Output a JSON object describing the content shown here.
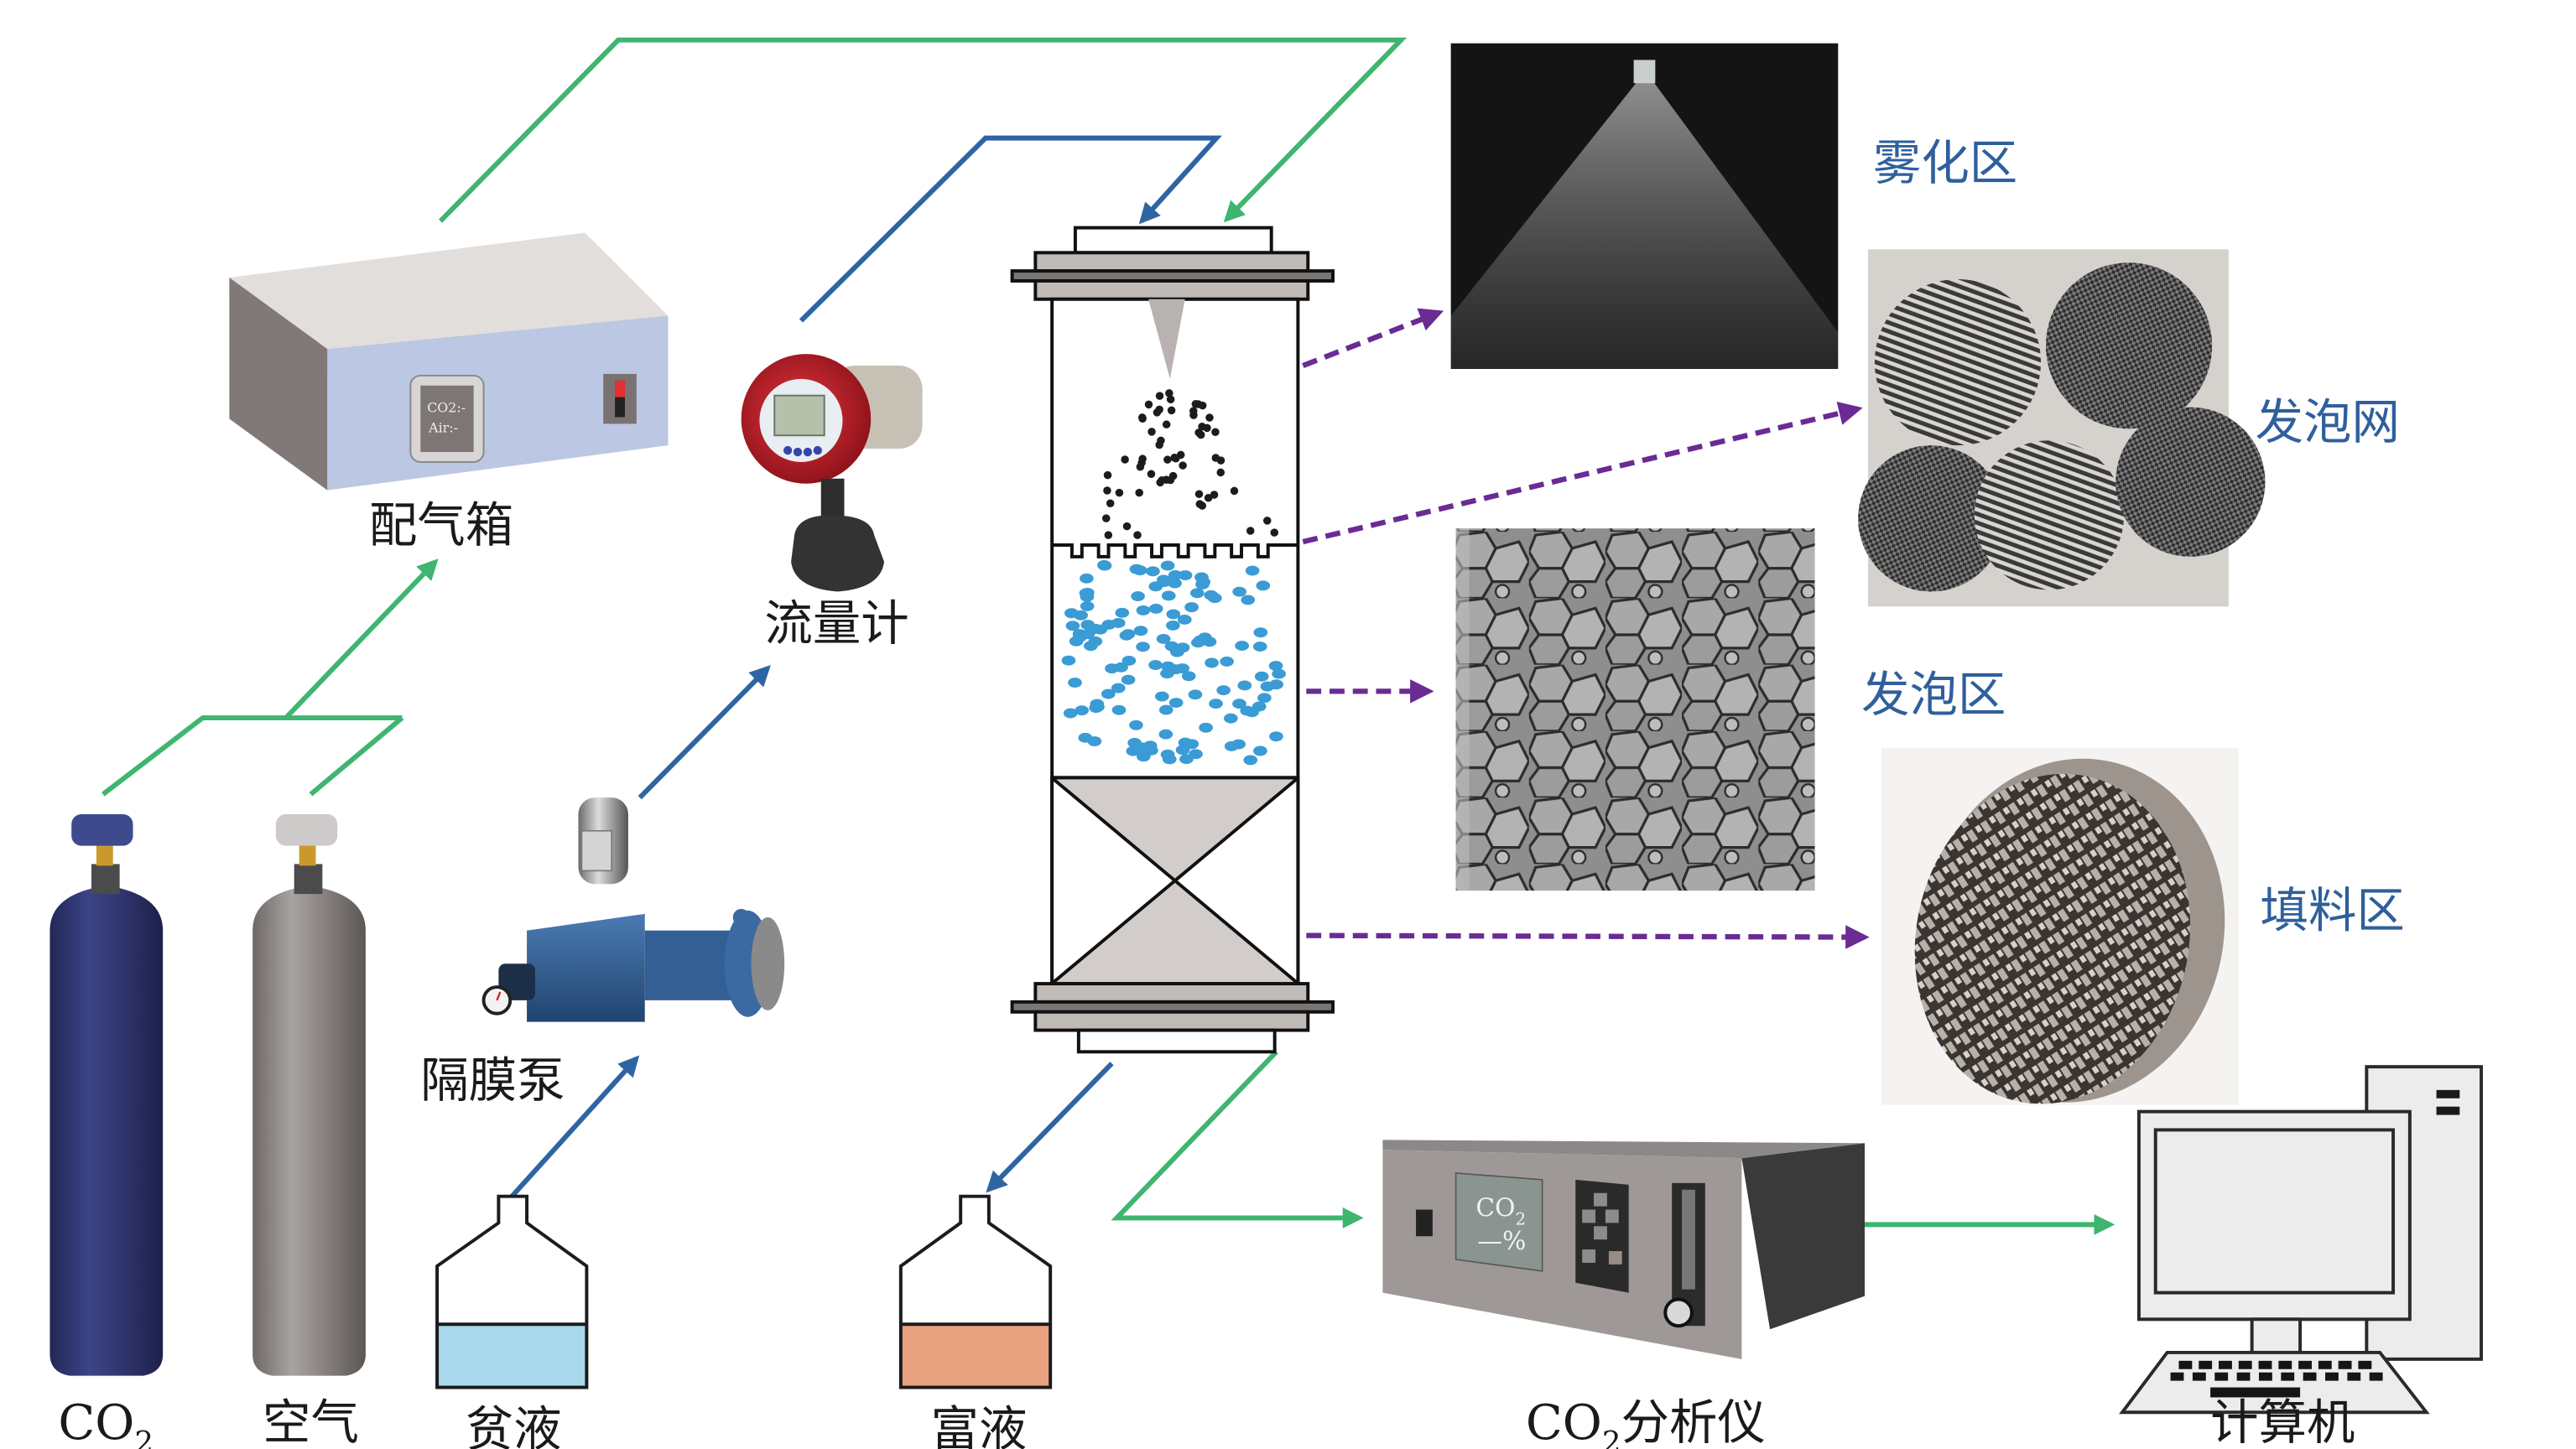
{
  "diagram": {
    "title": "CO2 foam absorption experimental setup",
    "colors": {
      "gas_line": "#3fb56f",
      "liquid_line": "#2f64a3",
      "link_line": "#6a2b94",
      "zone_label": "#2f5f9c",
      "lean_solution": "#a8d8ec",
      "rich_solution": "#e9a27f",
      "co2_cylinder": "#2e3470",
      "air_cylinder": "#8a8484",
      "gas_box_front": "#bcc7e3",
      "flowmeter_body": "#c8202a",
      "pump_body": "#2e5a8e",
      "droplet": "#1c1c1c",
      "bubble": "#3a9bd5"
    },
    "components": {
      "co2_cylinder": {
        "label_main": "CO",
        "label_sub": "2"
      },
      "air_cylinder": {
        "label": "空气"
      },
      "gas_mixing_box": {
        "label": "配气箱",
        "display_line1": "CO2:-",
        "display_line2": "Air:-"
      },
      "flowmeter": {
        "label": "流量计"
      },
      "diaphragm_pump": {
        "label": "隔膜泵"
      },
      "lean_solution": {
        "label": "贫液"
      },
      "rich_solution": {
        "label": "富液"
      },
      "co2_analyzer": {
        "label_main": "CO",
        "label_sub": "2",
        "label_rest": "分析仪",
        "screen_line1_main": "CO",
        "screen_line1_sub": "2",
        "screen_line2": "—%"
      },
      "computer": {
        "label": "计算机"
      }
    },
    "zones": {
      "atomization": {
        "label": "雾化区"
      },
      "foaming_mesh": {
        "label": "发泡网"
      },
      "foaming": {
        "label": "发泡区"
      },
      "packing": {
        "label": "填料区"
      }
    }
  }
}
